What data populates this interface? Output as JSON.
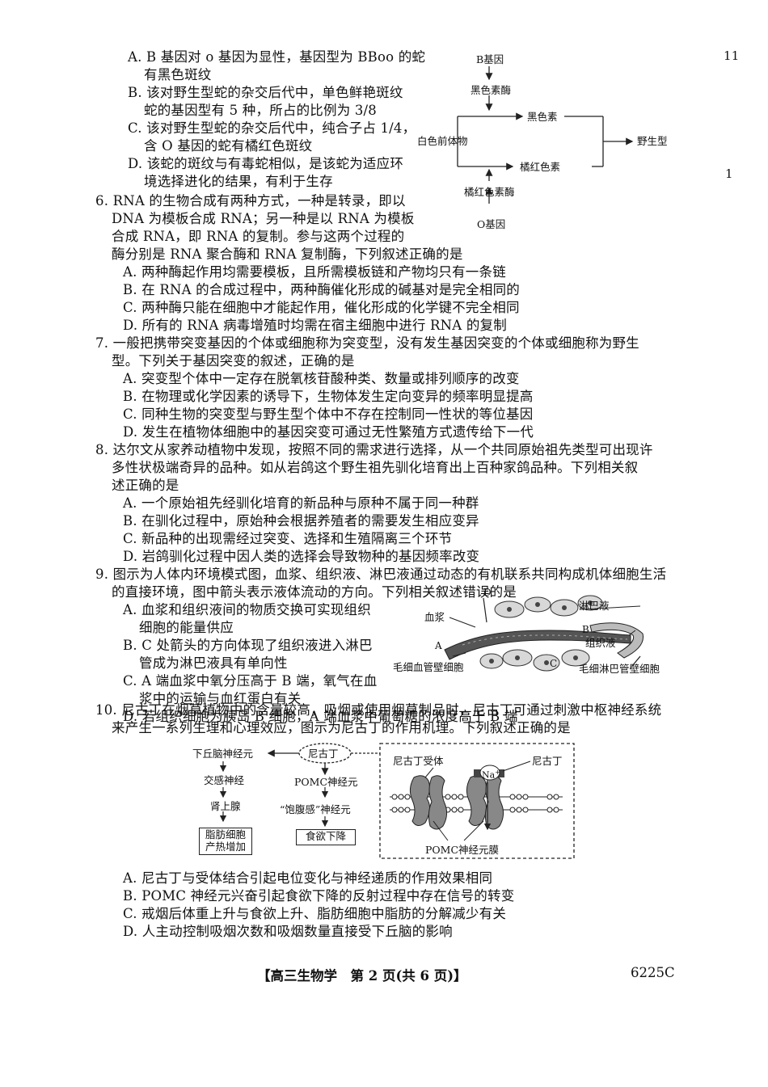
{
  "margin_numbers": [
    "11",
    "1"
  ],
  "q5_options": [
    {
      "line1": "A. B 基因对 o 基因为显性，基因型为 BBoo 的蛇",
      "line2": "有黑色斑纹"
    },
    {
      "line1": "B. 该对野生型蛇的杂交后代中，单色鲜艳斑纹",
      "line2": "蛇的基因型有 5 种，所占的比例为 3/8"
    },
    {
      "line1": "C. 该对野生型蛇的杂交后代中，纯合子占 1/4，",
      "line2": "含 O 基因的蛇有橘红色斑纹"
    },
    {
      "line1": "D. 该蛇的斑纹与有毒蛇相似，是该蛇为适应环",
      "line2": "境选择进化的结果，有利于生存"
    }
  ],
  "snake_diagram": {
    "b_gene": "B基因",
    "black_enzyme": "黑色素酶",
    "black_pigment": "黑色素",
    "precursor": "白色前体物",
    "wild_type": "野生型",
    "orange_pigment": "橘红色素",
    "orange_enzyme": "橘红色素酶",
    "o_gene": "O基因"
  },
  "q6": {
    "stem": [
      "6. RNA 的生物合成有两种方式，一种是转录，即以",
      "DNA 为模板合成 RNA；另一种是以 RNA 为模板",
      "合成 RNA，即 RNA 的复制。参与这两个过程的",
      "酶分别是 RNA 聚合酶和 RNA 复制酶，下列叙述正确的是"
    ],
    "options": [
      "A. 两种酶起作用均需要模板，且所需模板链和产物均只有一条链",
      "B. 在 RNA 的合成过程中，两种酶催化形成的碱基对是完全相同的",
      "C. 两种酶只能在细胞中才能起作用，催化形成的化学键不完全相同",
      "D. 所有的 RNA 病毒增殖时均需在宿主细胞中进行 RNA 的复制"
    ]
  },
  "q7": {
    "stem": [
      "7. 一般把携带突变基因的个体或细胞称为突变型，没有发生基因突变的个体或细胞称为野生",
      "型。下列关于基因突变的叙述，正确的是"
    ],
    "options": [
      "A. 突变型个体中一定存在脱氧核苷酸种类、数量或排列顺序的改变",
      "B. 在物理或化学因素的诱导下，生物体发生定向变异的频率明显提高",
      "C. 同种生物的突变型与野生型个体中不存在控制同一性状的等位基因",
      "D. 发生在植物体细胞中的基因突变可通过无性繁殖方式遗传给下一代"
    ]
  },
  "q8": {
    "stem": [
      "8. 达尔文从家养动植物中发现，按照不同的需求进行选择，从一个共同原始祖先类型可出现许",
      "多性状极端奇异的品种。如从岩鸽这个野生祖先驯化培育出上百种家鸽品种。下列相关叙",
      "述正确的是"
    ],
    "options": [
      "A. 一个原始祖先经驯化培育的新品种与原种不属于同一种群",
      "B. 在驯化过程中，原始种会根据养殖者的需要发生相应变异",
      "C. 新品种的出现需经过突变、选择和生殖隔离三个环节",
      "D. 岩鸽驯化过程中因人类的选择会导致物种的基因频率改变"
    ]
  },
  "q9": {
    "stem": [
      "9. 图示为人体内环境模式图，血浆、组织液、淋巴液通过动态的有机联系共同构成机体细胞生活",
      "的直接环境，图中箭头表示液体流动的方向。下列相关叙述错误的是"
    ],
    "options": [
      {
        "line1": "A. 血浆和组织液间的物质交换可实现组织",
        "line2": "细胞的能量供应"
      },
      {
        "line1": "B. C 处箭头的方向体现了组织液进入淋巴",
        "line2": "管成为淋巴液具有单向性"
      },
      {
        "line1": "C. A 端血浆中氧分压高于 B 端，氧气在血",
        "line2": "浆中的运输与血红蛋白有关"
      },
      {
        "line1": "D. 若组织细胞为胰岛 B 细胞，A 端血浆中葡萄糖的浓度高于 B 端",
        "line2": ""
      }
    ],
    "figure": {
      "label_d": "D",
      "plasma": "血浆",
      "lymph": "淋巴液",
      "label_a": "A",
      "label_b": "B",
      "tissue_fluid": "组织液",
      "label_c": "C",
      "capillary_cell": "毛细血管壁细胞",
      "lymph_capillary_cell": "毛细淋巴管壁细胞"
    }
  },
  "q10": {
    "stem": [
      "10. 尼古丁在烟草植物中的含量较高，吸烟或使用烟草制品时，尼古丁可通过刺激中枢神经系统",
      "来产生一系列生理和心理效应，图示为尼古丁的作用机理。下列叙述正确的是"
    ],
    "figure": {
      "hypothalamus": "下丘脑神经元",
      "nicotine": "尼古丁",
      "sympathetic": "交感神经",
      "pomc_neuron": "POMC神经元",
      "adrenal": "肾上腺",
      "satiety": "“饱腹感”神经元",
      "fat_cell": "脂肪细胞",
      "fat_heat": "产热增加",
      "appetite": "食欲下降",
      "receptor": "尼古丁受体",
      "na": "Na",
      "na_sup": "+",
      "nicotine2": "尼古丁",
      "membrane": "POMC神经元膜"
    },
    "options": [
      "A. 尼古丁与受体结合引起电位变化与神经递质的作用效果相同",
      "B. POMC 神经元兴奋引起食欲下降的反射过程中存在信号的转变",
      "C. 戒烟后体重上升与食欲上升、脂肪细胞中脂肪的分解减少有关",
      "D. 人主动控制吸烟次数和吸烟数量直接受下丘脑的影响"
    ]
  },
  "footer": {
    "title": "【高三生物学　第 2 页(共 6 页)】",
    "code": "6225C"
  }
}
